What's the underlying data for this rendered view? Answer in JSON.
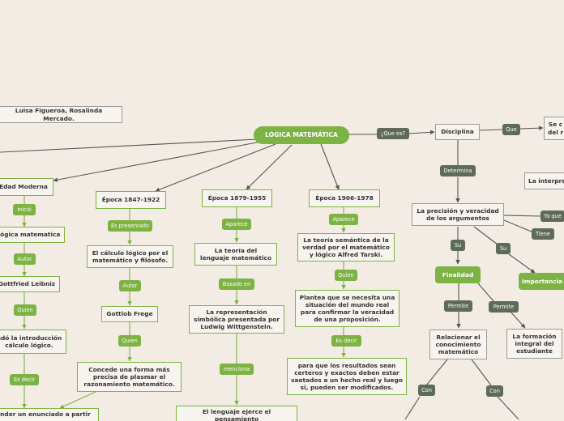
{
  "root": "LÓGICA MATEMÁTICA",
  "authors": "Luisa Figueroa, Rosalinda Mercado.",
  "right_branch": {
    "que_es_label": "¿Que es?",
    "disciplina": "Disciplina",
    "que_label": "Que",
    "se_c": "Se c\ndel r",
    "determina_label": "Determina",
    "la_interpre": "La interpre",
    "precision": "La precisión y veracidad\nde los argumentos",
    "ya_que_label": "Ya que",
    "tiene_label": "Tiene",
    "su1_label": "Su",
    "su2_label": "Su",
    "finalidad": "Finalidad",
    "importancia": "Importancia",
    "permite1_label": "Permite",
    "permite2_label": "Permite",
    "relacionar": "Relacionar el\nconocimiento\nmatemático",
    "formacion": "La formación\nintegral del\nestudiante",
    "con1_label": "Con",
    "con2_label": "Con"
  },
  "col_edad": {
    "title": "Edad Moderna",
    "inicio_label": "inició",
    "logica": "lógica matematica",
    "autor_label": "Autor",
    "leibniz": "Gottfried Leibniz",
    "quien_label": "Quien",
    "introduccion": "ndó la introducción\ncálculo lógico.",
    "es_decir_label": "Es decir",
    "enunciado": "nder un enunciado a partir"
  },
  "col_1847": {
    "title": "Época 1847-1922",
    "es_presentado_label": "Es presentado",
    "calculo": "El cálculo lógico por el\nmatemático y filósofo.",
    "autor_label": "Autor",
    "frege": "Gottlob Frege",
    "quien_label": "Quien",
    "concede": "Concede una forma más\nprecisa de plasmar el\nrazonamiento matemático."
  },
  "col_1879": {
    "title": "Época 1879-1955",
    "aparece_label": "Aparece",
    "teoria": "La teoría del\nlenguaje matemático",
    "basado_label": "Basado en",
    "representacion": "La representación\nsimbólica presentada por\nLudwig Wittgenstein.",
    "menciona_label": "menciona",
    "lenguaje": "El lenguaje ejerce el pensamiento\npara tambien aborda los errores"
  },
  "col_1906": {
    "title": "Época 1906-1978",
    "aparece_label": "Aparece",
    "semantica": "La teoría semántica de la\nverdad por el matemático\ny lógico Alfred Tarski.",
    "quien_label": "Quien",
    "plantea": "Plantea que se necesita una\nsituación del mundo real\npara confirmar la veracidad\nde una proposición.",
    "es_decir_label": "Es decir",
    "resultados": "para que los resultados sean\ncerteros y exactos deben estar\nsaetados a un hecho real y luego\nsi, pueden ser modificados."
  }
}
